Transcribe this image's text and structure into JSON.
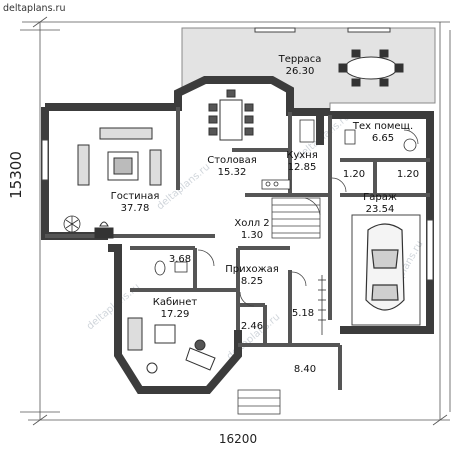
{
  "site": {
    "brand": "deltaplans.ru",
    "watermark": "deltaplans.ru"
  },
  "dimensions": {
    "width": "16200",
    "height": "15300"
  },
  "rooms": [
    {
      "key": "terrace",
      "name": "Терраса",
      "area": "26.30"
    },
    {
      "key": "dining",
      "name": "Столовая",
      "area": "15.32"
    },
    {
      "key": "kitchen",
      "name": "Кухня",
      "area": "12.85"
    },
    {
      "key": "tech",
      "name": "Тех помещ.",
      "area": "6.65"
    },
    {
      "key": "living",
      "name": "Гостиная",
      "area": "37.78"
    },
    {
      "key": "hall",
      "name": "Холл 2",
      "area": "1.30"
    },
    {
      "key": "garage",
      "name": "Гараж",
      "area": "23.54"
    },
    {
      "key": "entry",
      "name": "Прихожая",
      "area": "8.25"
    },
    {
      "key": "office",
      "name": "Кабинет",
      "area": "17.29"
    }
  ],
  "areas": {
    "bath": "3.68",
    "small1": "1.20",
    "small2": "1.20",
    "closet": "2.46",
    "wardrobe": "5.18",
    "porch": "8.40"
  }
}
